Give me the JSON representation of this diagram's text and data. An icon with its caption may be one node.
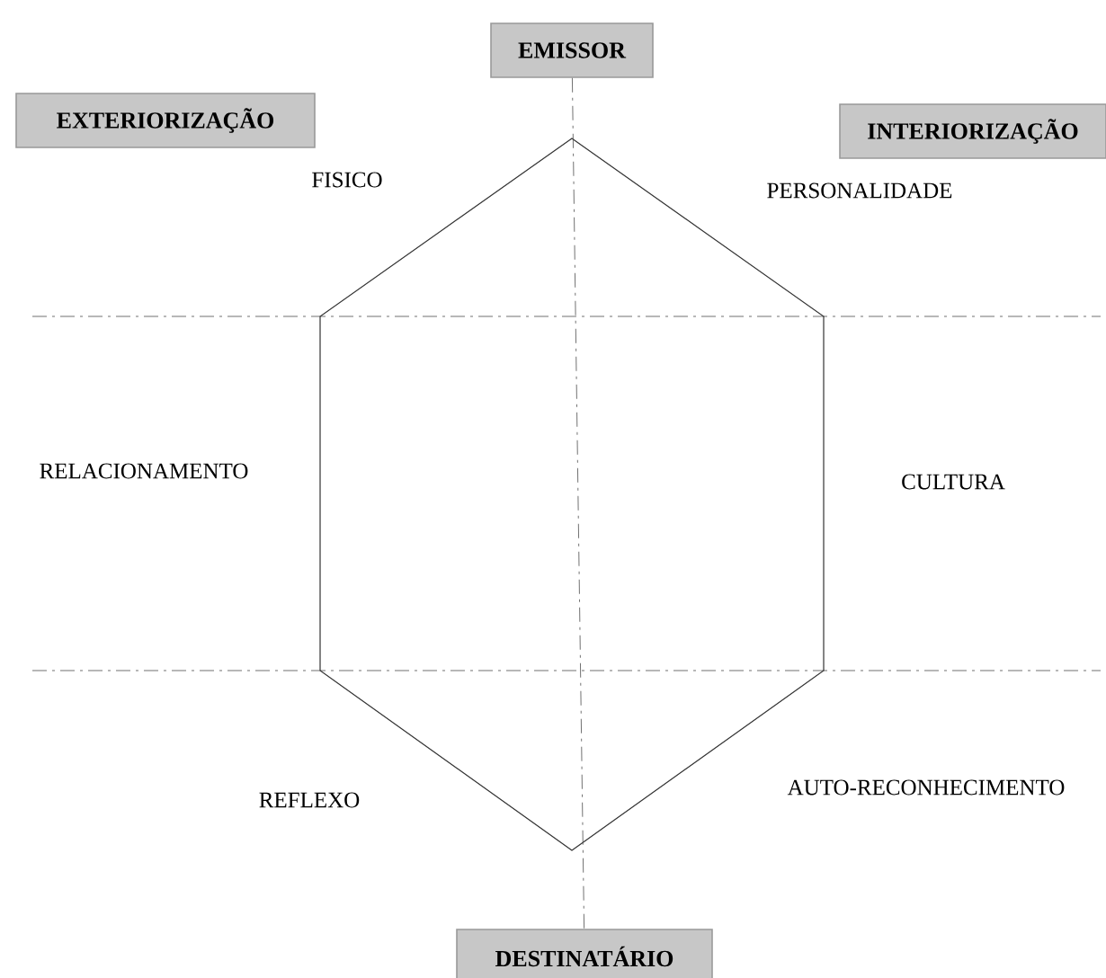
{
  "diagram": {
    "nodes": [
      {
        "text": [
          "EMISSOR"
        ]
      },
      {
        "text": [
          "EXTERIORIZAÇÃO"
        ]
      },
      {
        "text": [
          "INTERIORIZAÇÃO"
        ]
      },
      {
        "text": [
          "DESTINATÁRIO"
        ]
      }
    ],
    "edges": [
      {
        "from": 0,
        "to": 3,
        "arrow": "none",
        "style": "dashed"
      }
    ],
    "labels": [
      "FISICO",
      "PERSONALIDADE",
      "RELACIONAMENTO",
      "CULTURA",
      "REFLEXO",
      "AUTO-RECONHECIMENTO"
    ]
  }
}
